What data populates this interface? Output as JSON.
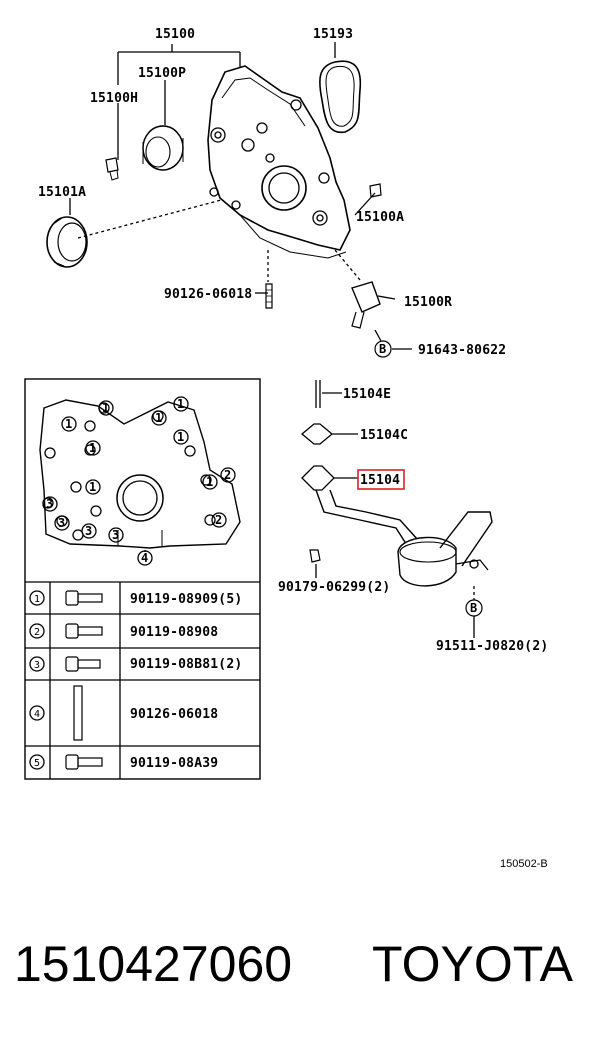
{
  "labels": {
    "p15100": "15100",
    "p15193": "15193",
    "p15100P": "15100P",
    "p15100H": "15100H",
    "p15101A": "15101A",
    "p15100A": "15100A",
    "p9012606018": "90126-06018",
    "p15100R": "15100R",
    "p9164380622": "91643-80622",
    "p15104E": "15104E",
    "p15104C": "15104C",
    "p15104": "15104",
    "p9017906299": "90179-06299(2)",
    "p91511": "91511-J0820(2)",
    "markerB1": "B",
    "markerB2": "B"
  },
  "inset_callouts": [
    "1",
    "1",
    "1",
    "1",
    "1",
    "1",
    "1",
    "1",
    "2",
    "2",
    "3",
    "3",
    "3",
    "3",
    "4"
  ],
  "table": {
    "rows": [
      {
        "num": "1",
        "part": "90119-08909(5)"
      },
      {
        "num": "2",
        "part": "90119-08908"
      },
      {
        "num": "3",
        "part": "90119-08B81(2)"
      },
      {
        "num": "4",
        "part": "90126-06018"
      },
      {
        "num": "5",
        "part": "90119-08A39"
      }
    ]
  },
  "diagram_code": "150502-B",
  "footer": {
    "part_number": "1510427060",
    "brand": "TOYOTA"
  },
  "highlight_color": "#e0202a"
}
